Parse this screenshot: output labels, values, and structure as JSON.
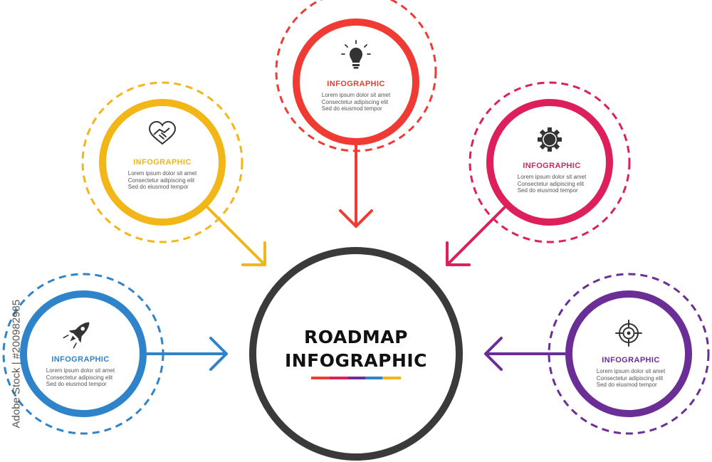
{
  "colors": {
    "yellow": "#F2B619",
    "red": "#EF3B34",
    "pink": "#DD1F5C",
    "blue": "#2F84C9",
    "purple": "#6B2E96",
    "dark": "#3A3A3A"
  },
  "center": {
    "line1": "ROADMAP",
    "line2": "INFOGRAPHIC"
  },
  "nodes": [
    {
      "id": "top",
      "icon": "lightbulb-icon",
      "title": "INFOGRAPHIC",
      "lines": [
        "Lorem ipsum dolor sit amet",
        "Consectetur adipiscing elit",
        "Sed do eiusmod tempor"
      ]
    },
    {
      "id": "upper-left",
      "icon": "handshake-heart-icon",
      "title": "INFOGRAPHIC",
      "lines": [
        "Lorem ipsum dolor sit amet",
        "Consectetur adipiscing elit",
        "Sed do eiusmod tempor"
      ]
    },
    {
      "id": "upper-right",
      "icon": "gear-icon",
      "title": "INFOGRAPHIC",
      "lines": [
        "Lorem ipsum dolor sit amet",
        "Consectetur adipiscing elit",
        "Sed do eiusmod tempor"
      ]
    },
    {
      "id": "lower-left",
      "icon": "rocket-icon",
      "title": "INFOGRAPHIC",
      "lines": [
        "Lorem ipsum dolor sit amet",
        "Consectetur adipiscing elit",
        "Sed do eiusmod tempor"
      ]
    },
    {
      "id": "lower-right",
      "icon": "target-icon",
      "title": "INFOGRAPHIC",
      "lines": [
        "Lorem ipsum dolor sit amet",
        "Consectetur adipiscing elit",
        "Sed do eiusmod tempor"
      ]
    }
  ],
  "watermark": "Adobe Stock | #200982985"
}
